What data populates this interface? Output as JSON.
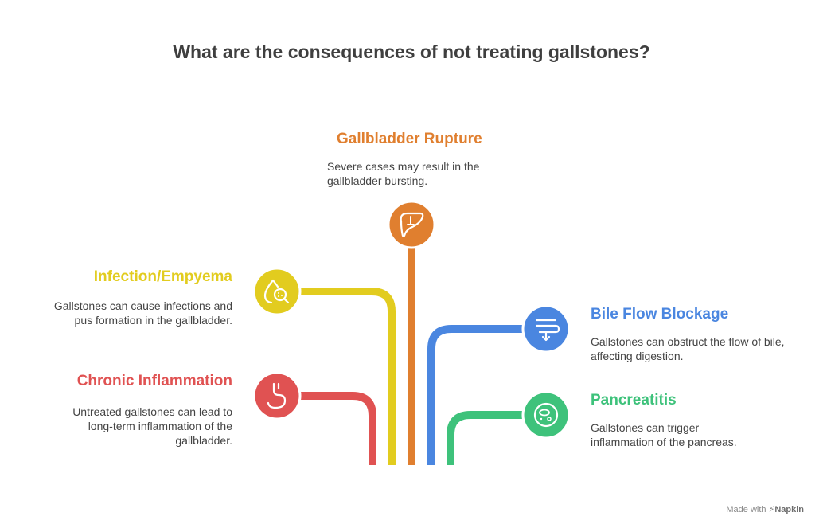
{
  "title": "What are the consequences of not treating gallstones?",
  "colors": {
    "chronic_inflammation": "#e05252",
    "infection_empyema": "#e2cc1f",
    "gallbladder_rupture": "#e07f2f",
    "bile_flow_blockage": "#4a86e0",
    "pancreatitis": "#3ec27b",
    "title": "#3f3f3f",
    "text": "#444444"
  },
  "branches": [
    {
      "id": "chronic_inflammation",
      "label": "Chronic Inflammation",
      "description": "Untreated gallstones can lead to long-term inflammation of the gallbladder.",
      "icon": "stomach-icon"
    },
    {
      "id": "infection_empyema",
      "label": "Infection/Empyema",
      "description": "Gallstones can cause infections and pus formation in the gallbladder.",
      "icon": "drop-magnifier-icon"
    },
    {
      "id": "gallbladder_rupture",
      "label": "Gallbladder Rupture",
      "description": "Severe cases may result in the gallbladder bursting.",
      "icon": "liver-icon"
    },
    {
      "id": "bile_flow_blockage",
      "label": "Bile Flow Blockage",
      "description": "Gallstones can obstruct the flow of bile, affecting digestion.",
      "icon": "intestine-flow-icon"
    },
    {
      "id": "pancreatitis",
      "label": "Pancreatitis",
      "description": "Gallstones can trigger inflammation of the pancreas.",
      "icon": "petri-dish-icon"
    }
  ],
  "footer": {
    "made_with": "Made with",
    "brand": "Napkin"
  }
}
